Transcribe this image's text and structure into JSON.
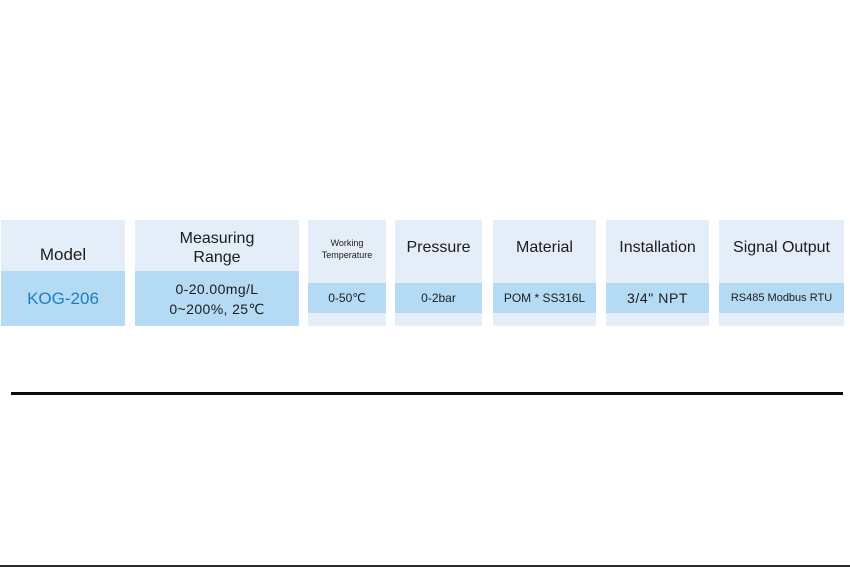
{
  "spec_table": {
    "columns": [
      {
        "header": "Model",
        "value": "KOG-206"
      },
      {
        "header": "Measuring Range",
        "value_line1": "0-20.00mg/L",
        "value_line2": "0~200%, 25℃"
      },
      {
        "header_line1": "Working",
        "header_line2": "Temperature",
        "value": "0-50℃"
      },
      {
        "header": "Pressure",
        "value": "0-2bar"
      },
      {
        "header": "Material",
        "value": "POM * SS316L"
      },
      {
        "header": "Installation",
        "value": "3/4\" NPT"
      },
      {
        "header": "Signal Output",
        "value": "RS485 Modbus RTU"
      }
    ]
  },
  "colors": {
    "card_bg": "#e4eef9",
    "value_band": "#b5dbf4",
    "model_value_text": "#1e7fbf",
    "rule": "#0b0b0b"
  }
}
